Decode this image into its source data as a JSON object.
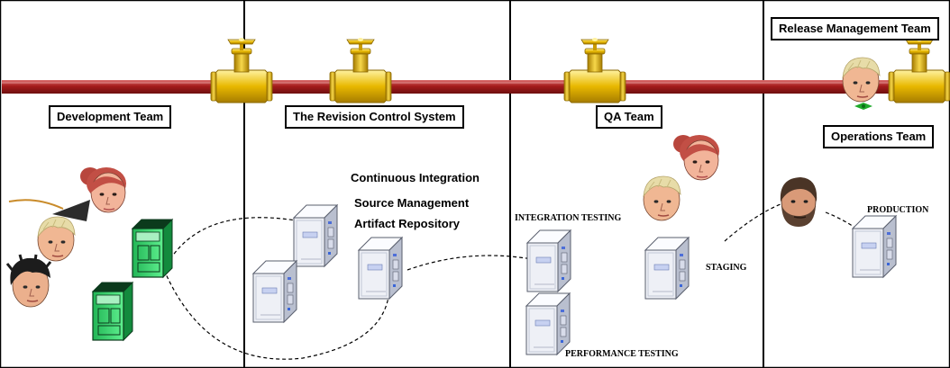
{
  "lanes": {
    "development": "Development Team",
    "revision_control": "The Revision Control System",
    "qa": "QA Team",
    "release_management": "Release Management Team",
    "operations": "Operations Team"
  },
  "revision_control_functions": {
    "ci": "Continuous Integration",
    "source": "Source Management",
    "artifact": "Artifact Repository"
  },
  "environments": {
    "integration": "INTEGRATION TESTING",
    "performance": "PERFORMANCE TESTING",
    "staging": "STAGING",
    "production": "PRODUCTION"
  },
  "colors": {
    "pipe": "#a51c1c",
    "valve": "#e8b800",
    "dev_server": "#2fd16a",
    "server": "#eef0f6"
  },
  "icons": [
    "pipeline-icon",
    "valve-icon",
    "server-icon",
    "person-head-icon",
    "connection-line-icon"
  ]
}
